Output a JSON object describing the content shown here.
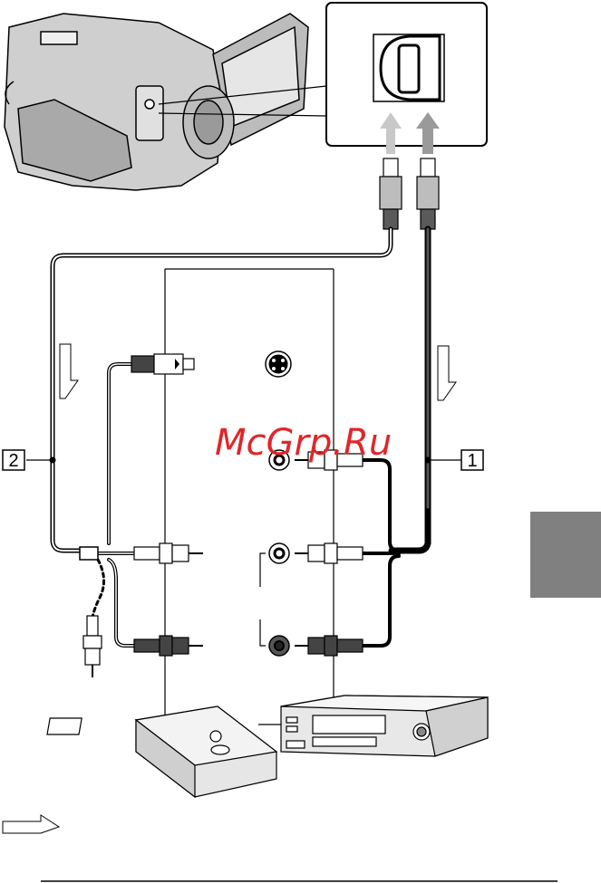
{
  "callouts": {
    "cable_1": "1",
    "cable_2": "2"
  },
  "watermark": "McGrp.Ru",
  "colors": {
    "watermark": "#e0262a",
    "side_tab": "#808080",
    "line": "#000000"
  }
}
